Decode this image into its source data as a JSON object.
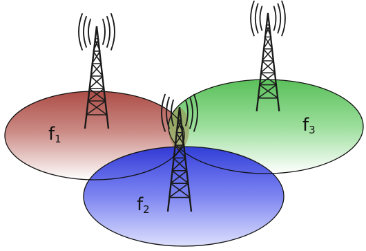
{
  "diagram": {
    "cells": [
      {
        "id": "f1",
        "label_main": "f",
        "label_sub": "1",
        "color": "#b5554f"
      },
      {
        "id": "f2",
        "label_main": "f",
        "label_sub": "2",
        "color": "#2f3fe0"
      },
      {
        "id": "f3",
        "label_main": "f",
        "label_sub": "3",
        "color": "#3fbf3f"
      }
    ]
  }
}
